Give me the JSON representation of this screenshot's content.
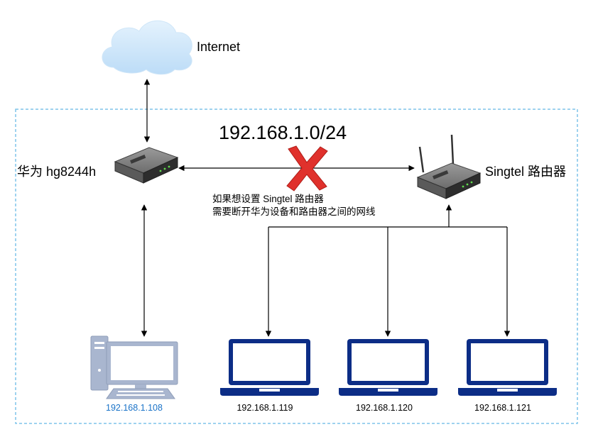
{
  "internet": {
    "label": "Internet",
    "icon": "cloud-icon"
  },
  "subnet": "192.168.1.0/24",
  "huawei": {
    "label": "华为 hg8244h",
    "icon": "router-icon"
  },
  "singtel": {
    "label": "Singtel 路由器",
    "icon": "wireless-router-icon"
  },
  "note": {
    "line1": "如果想设置 Singtel 路由器",
    "line2": "需要断开华为设备和路由器之间的网线"
  },
  "devices": [
    {
      "ip": "192.168.1.108",
      "icon": "desktop-computer-icon",
      "color": "#1a73c8"
    },
    {
      "ip": "192.168.1.119",
      "icon": "laptop-icon"
    },
    {
      "ip": "192.168.1.120",
      "icon": "laptop-icon"
    },
    {
      "ip": "192.168.1.121",
      "icon": "laptop-icon"
    }
  ],
  "colors": {
    "boundary": "#7ec4ea",
    "laptop": "#0c2d86",
    "cross": "#e0312c",
    "cloud": "#cde7fb"
  }
}
